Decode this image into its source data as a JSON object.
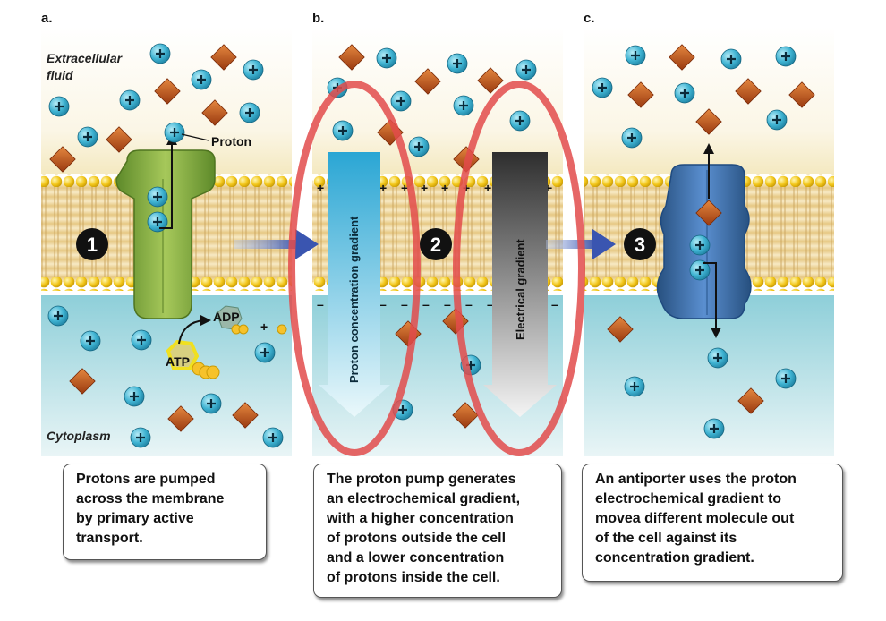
{
  "panels": [
    {
      "letter": "a.",
      "step": "1",
      "caption": [
        "Protons are pumped",
        "across the membrane",
        "by primary active",
        "transport."
      ]
    },
    {
      "letter": "b.",
      "step": "2",
      "caption": [
        "The proton pump generates",
        "an electrochemical gradient,",
        "with a higher concentration",
        "of protons outside the cell",
        "and a lower concentration",
        "of protons inside the cell."
      ]
    },
    {
      "letter": "c.",
      "step": "3",
      "caption": [
        "An antiporter uses the proton",
        "electrochemical gradient to",
        "movea different molecule out",
        "of the cell against its",
        "concentration gradient."
      ]
    }
  ],
  "labels": {
    "extracellular": [
      "Extracellular",
      "fluid"
    ],
    "cytoplasm": "Cytoplasm",
    "proton": "Proton",
    "adp": "ADP",
    "atp": "ATP",
    "plus": "+",
    "proton_gradient": "Proton concentration gradient",
    "electrical_gradient": "Electrical gradient"
  },
  "colors": {
    "extracellular_bg": "#ffffff",
    "cytoplasm_bg": "#a9d8de",
    "membrane_head": "#f2c619",
    "proton": "#2ea6c9",
    "molecule": "#c2531c",
    "pump": "#7ea33a",
    "antiporter": "#3a6db0",
    "highlight_ring": "#e24b4b",
    "step_circle": "#111111"
  }
}
